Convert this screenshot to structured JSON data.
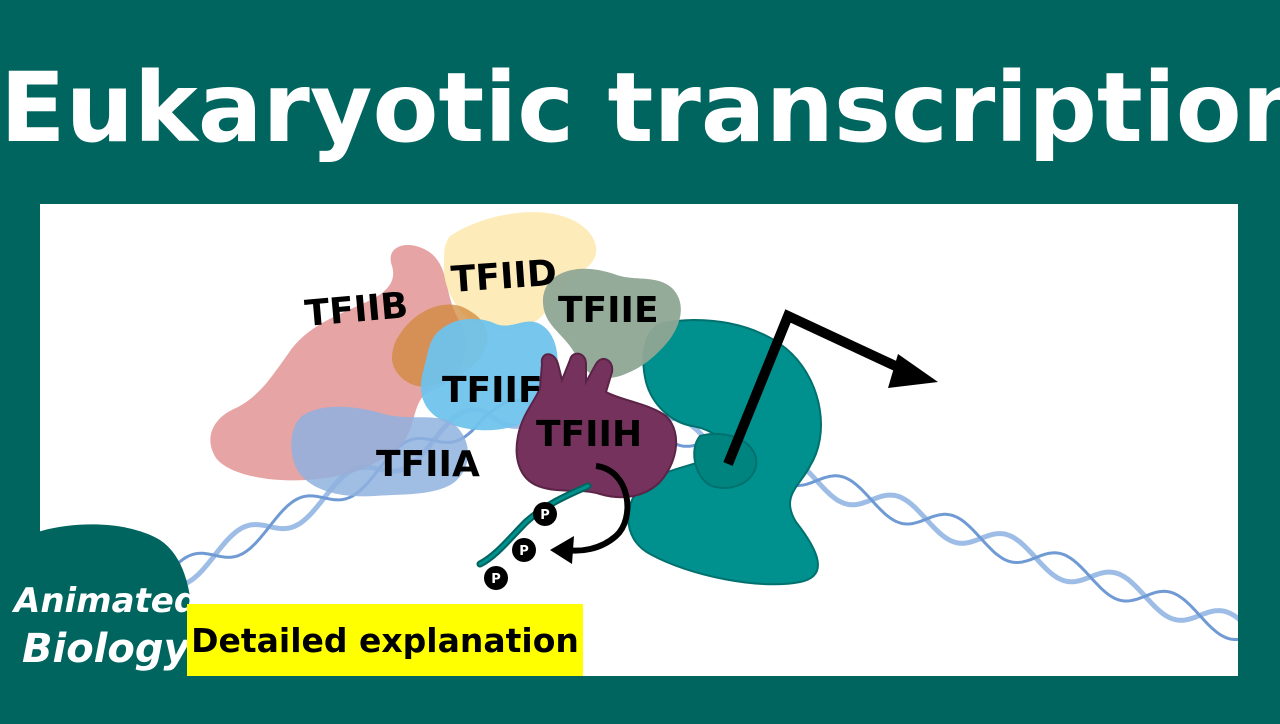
{
  "title": "Eukaryotic transcription",
  "banner": {
    "text": "Detailed explanation"
  },
  "factors": {
    "tfiib": "TFIIB",
    "tfiid": "TFIID",
    "tfiie": "TFIIE",
    "tfiif": "TFIIF",
    "tfiih": "TFIIH",
    "tfiia": "TFIIA"
  },
  "phosphate_label": "P",
  "logo": {
    "line1": "Animated",
    "line2": "Biology"
  },
  "colors": {
    "background": "#00645f",
    "tfiib": "#e29495",
    "tfiid": "#fde9b3",
    "tfiie": "#8fa795",
    "tfiif": "#6fc3ec",
    "tfiih": "#75325c",
    "tfiia": "#8fb1de",
    "rna_polymerase": "#00918e",
    "dna": "#9ebde6",
    "banner": "#ffff00"
  }
}
